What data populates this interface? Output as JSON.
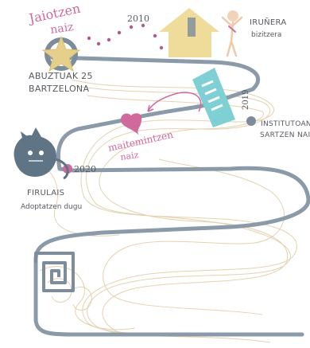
{
  "timeline": {
    "birth": {
      "line1": "Jaiotzen",
      "line2": "naiz",
      "place_line1": "ABUZTUAK 25",
      "place_line2": "BARTZELONA"
    },
    "year_2010": "2010",
    "move": {
      "title": "IRUÑERA",
      "subtitle": "bizitzera"
    },
    "year_2019": "2019",
    "school": {
      "line1": "INSTITUTOAN",
      "line2": "SARTZEN NAIZ"
    },
    "love": {
      "line1": "maitemintzen",
      "line2": "naiz"
    },
    "year_2020": "2020",
    "pet": {
      "title": "FIRULAIS",
      "subtitle": "Adoptatzen dugu"
    }
  },
  "colors": {
    "road": "#8a9aa8",
    "road_dark": "#7c8c9a",
    "pink": "#d06a9c",
    "star": "#e6cf8a",
    "house": "#f0dc9a",
    "building": "#7fd0d4",
    "cat": "#5f7484",
    "thread": "#e2cda8",
    "text": "#555a60"
  },
  "icons": [
    "star-icon",
    "house-icon",
    "person-icon",
    "building-icon",
    "heart-icon",
    "cat-icon",
    "spiral-icon"
  ]
}
